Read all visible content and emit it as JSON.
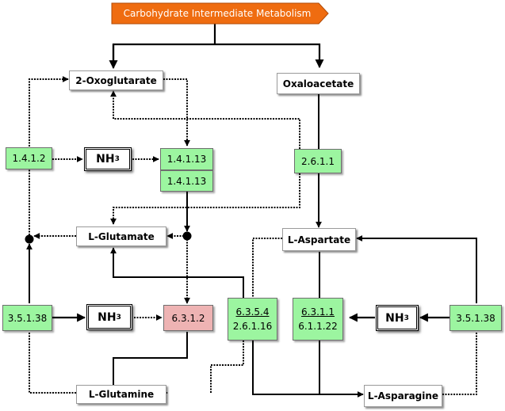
{
  "header": {
    "title": "Carbohydrate Intermediate Metabolism",
    "fill": "#ef6c10"
  },
  "metabolites": {
    "oxoglutarate": "2-Oxoglutarate",
    "oxaloacetate": "Oxaloacetate",
    "glutamate": "L-Glutamate",
    "aspartate": "L-Aspartate",
    "glutamine": "L-Glutamine",
    "asparagine": "L-Asparagine"
  },
  "enzymes": {
    "e_1_4_1_2": "1.4.1.2",
    "e_1_4_1_13_a": "1.4.1.13",
    "e_1_4_1_13_b": "1.4.1.13",
    "e_2_6_1_1": "2.6.1.1",
    "e_3_5_1_38_left": "3.5.1.38",
    "e_6_3_1_2": "6.3.1.2",
    "e_6_3_5_4": "6.3.5.4",
    "e_2_6_1_16": "2.6.1.16",
    "e_6_3_1_1": "6.3.1.1",
    "e_6_1_1_22": "6.1.1.22",
    "e_3_5_1_38_right": "3.5.1.38"
  },
  "ammonia": {
    "base": "NH",
    "sub": "3"
  },
  "colors": {
    "enzyme": "#9cf5a0",
    "enzyme_highlight": "#eeb3b3",
    "line": "#000000"
  }
}
